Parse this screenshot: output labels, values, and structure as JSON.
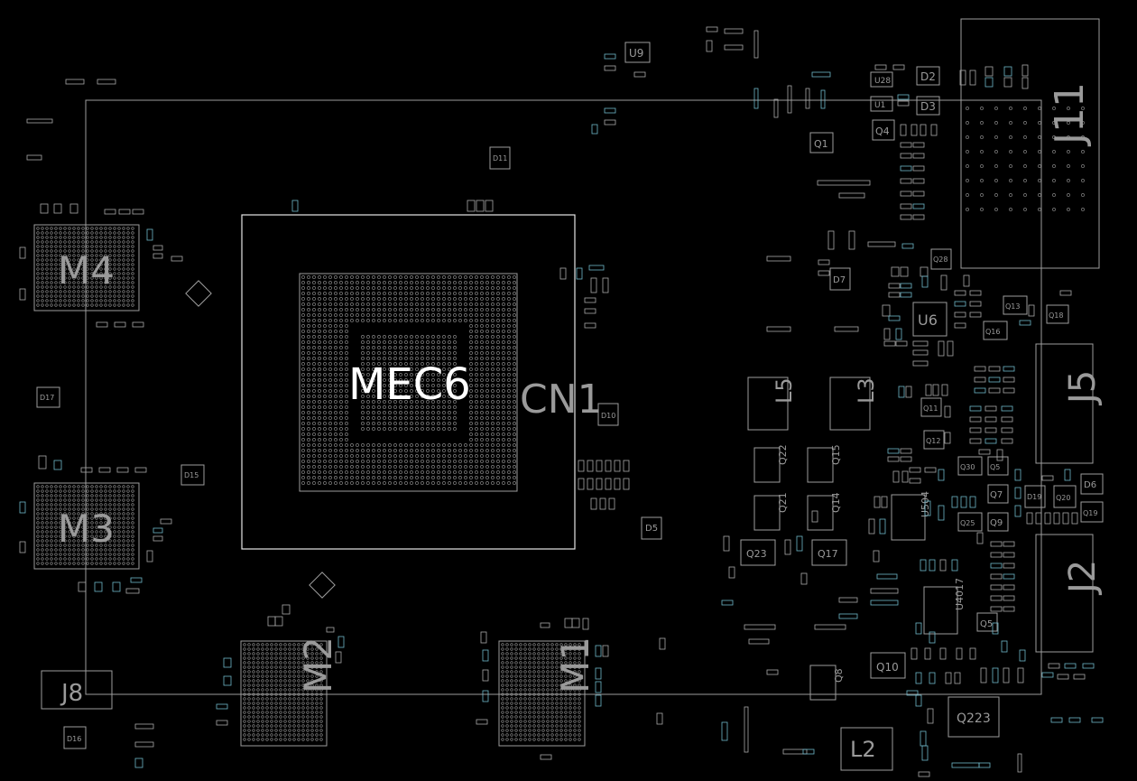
{
  "title": "",
  "components": {
    "MEC6": "MEC6",
    "CN1": "CN1",
    "M1": "M1",
    "M2": "M2",
    "M3": "M3",
    "M4": "M4",
    "J2": "J2",
    "J5": "J5",
    "J8": "J8",
    "J11": "J11",
    "L2": "L2",
    "L3": "L3",
    "L5": "L5",
    "U6": "U6",
    "U9": "U9",
    "U504": "U504",
    "U4017": "U4017",
    "U28": "U28",
    "U1": "U1",
    "Q1": "Q1",
    "Q4": "Q4",
    "Q5": "Q5",
    "Q7": "Q7",
    "Q8": "Q8",
    "Q9": "Q9",
    "Q10": "Q10",
    "Q11": "Q11",
    "Q12": "Q12",
    "Q13": "Q13",
    "Q14": "Q14",
    "Q15": "Q15",
    "Q16": "Q16",
    "Q17": "Q17",
    "Q18": "Q18",
    "Q19": "Q19",
    "Q20": "Q20",
    "Q21": "Q21",
    "Q22": "Q22",
    "Q23": "Q23",
    "Q25": "Q25",
    "Q28": "Q28",
    "Q30": "Q30",
    "Q223": "Q223",
    "D2": "D2",
    "D3": "D3",
    "D5": "D5",
    "D6": "D6",
    "D7": "D7",
    "D10": "D10",
    "D11": "D11",
    "D15": "D15",
    "D16": "D16",
    "D17": "D17",
    "D19": "D19"
  },
  "colors": {
    "background": "#000000",
    "outline": "#9d9d9d",
    "highlight": "#ffffff",
    "pad_accent": "#6fb7c9"
  }
}
